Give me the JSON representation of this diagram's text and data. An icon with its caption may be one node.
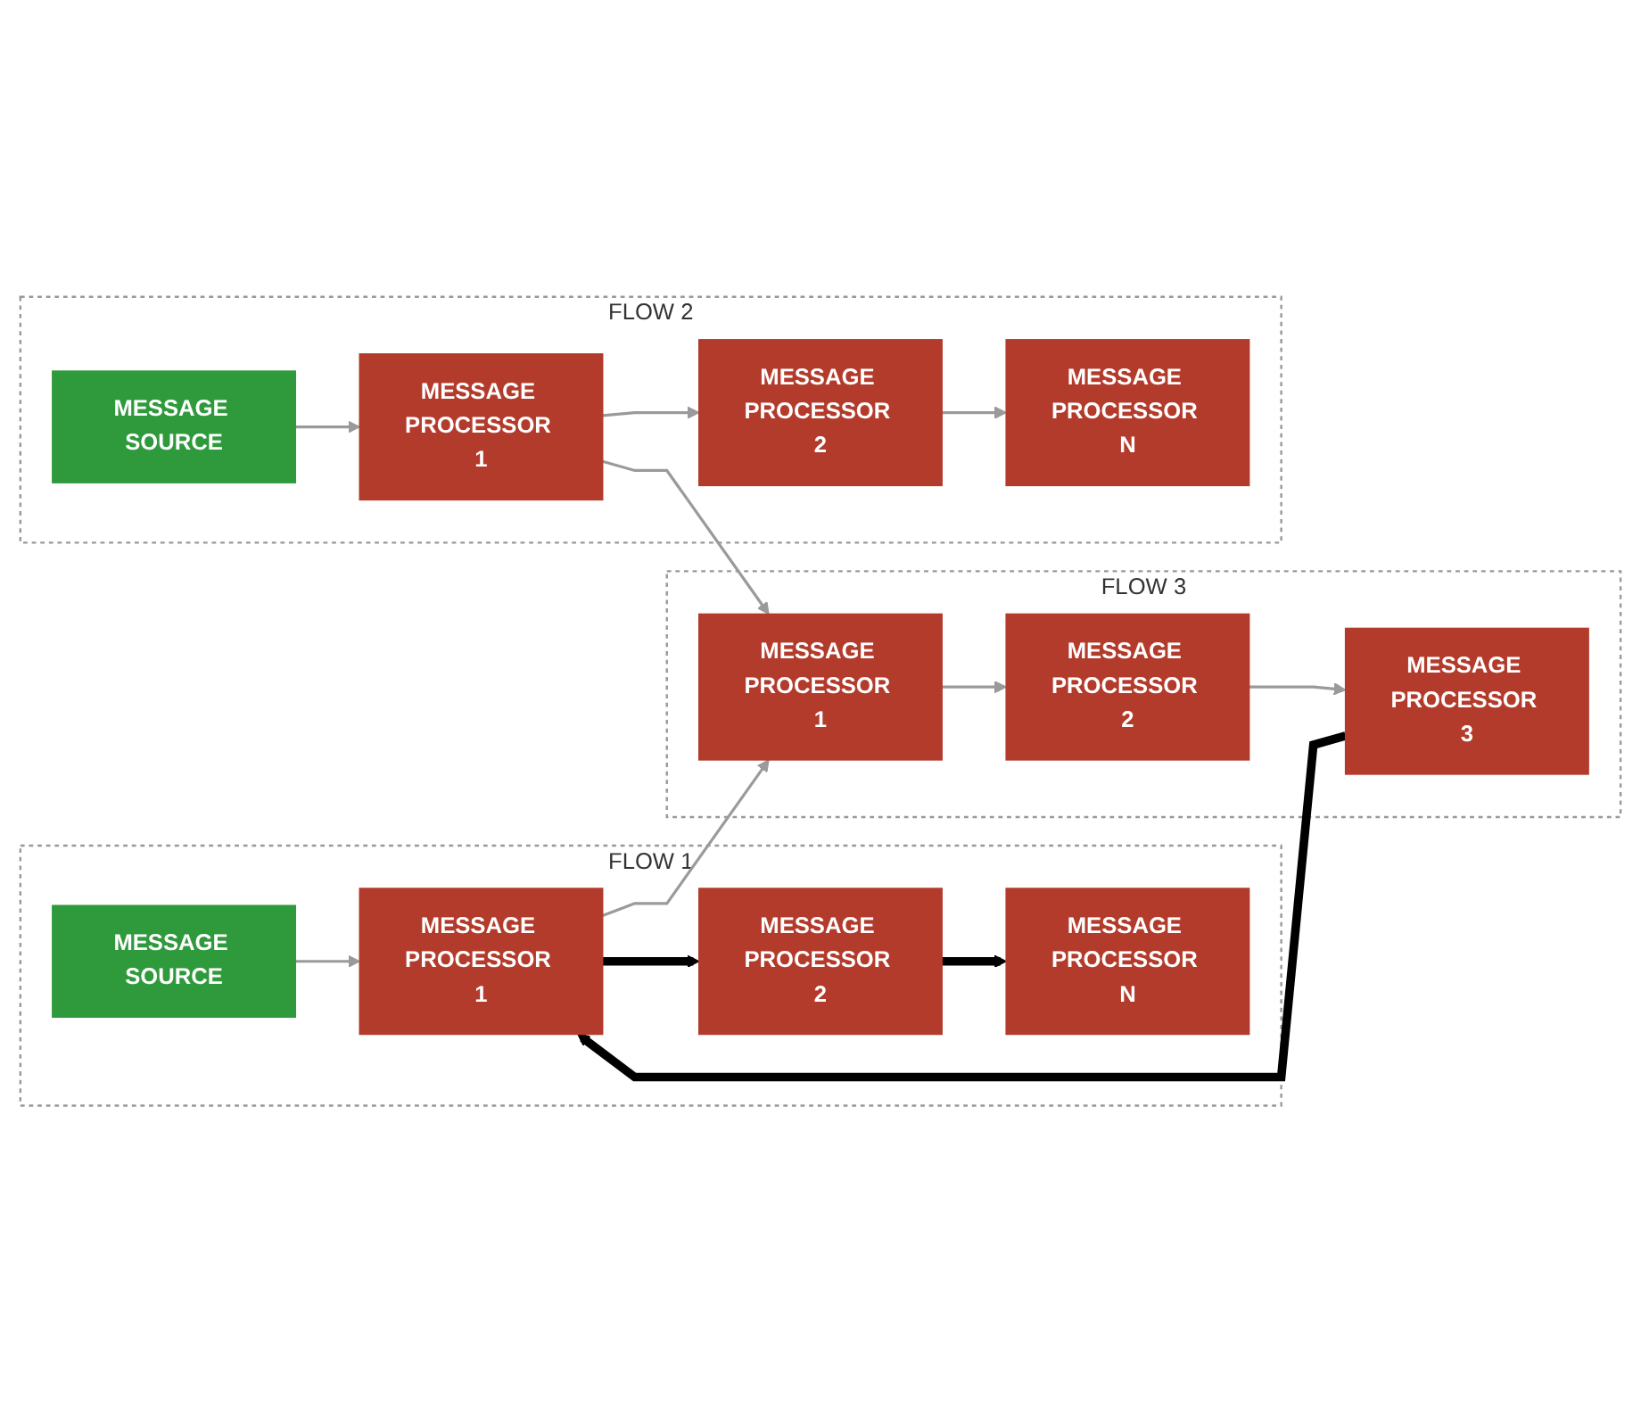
{
  "diagram": {
    "nodes": [
      {
        "text": [
          "FLOW 1"
        ]
      },
      {
        "text": [
          "MESSAGE SOURCE"
        ],
        "in": 0
      },
      {
        "text": [
          "MESSAGE PROCESSOR 1"
        ],
        "in": 0
      },
      {
        "text": [
          "MESSAGE PROCESSOR 2"
        ],
        "in": 0
      },
      {
        "text": [
          "MESSAGE PROCESSOR N"
        ],
        "in": 0
      },
      {
        "text": [
          "FLOW 3"
        ]
      },
      {
        "text": [
          "MESSAGE PROCESSOR 1"
        ],
        "in": 5
      },
      {
        "text": [
          "MESSAGE PROCESSOR 2"
        ],
        "in": 5
      },
      {
        "text": [
          "MESSAGE PROCESSOR 3"
        ],
        "in": 5
      },
      {
        "text": [
          "FLOW 2"
        ]
      },
      {
        "text": [
          "MESSAGE SOURCE"
        ],
        "in": 9
      },
      {
        "text": [
          "MESSAGE PROCESSOR 1"
        ],
        "in": 9
      },
      {
        "text": [
          "MESSAGE PROCESSOR 2"
        ],
        "in": 9
      },
      {
        "text": [
          "MESSAGE PROCESSOR N"
        ],
        "in": 9
      }
    ],
    "edges": [
      {
        "from": 1,
        "to": 2,
        "arrow": "to"
      },
      {
        "from": 2,
        "to": 3,
        "arrow": "to",
        "style": "thick",
        "color": "#000000"
      },
      {
        "from": 3,
        "to": 4,
        "arrow": "to",
        "style": "thick",
        "color": "#000000"
      },
      {
        "from": 2,
        "to": 6,
        "arrow": "to"
      },
      {
        "from": 8,
        "to": 2,
        "arrow": "to",
        "style": "thick",
        "color": "#000000"
      },
      {
        "from": 6,
        "to": 7,
        "arrow": "to"
      },
      {
        "from": 7,
        "to": 8,
        "arrow": "to"
      },
      {
        "from": 11,
        "to": 6,
        "arrow": "to"
      },
      {
        "from": 10,
        "to": 11,
        "arrow": "to"
      },
      {
        "from": 11,
        "to": 12,
        "arrow": "to"
      },
      {
        "from": 12,
        "to": 13,
        "arrow": "to"
      }
    ]
  }
}
